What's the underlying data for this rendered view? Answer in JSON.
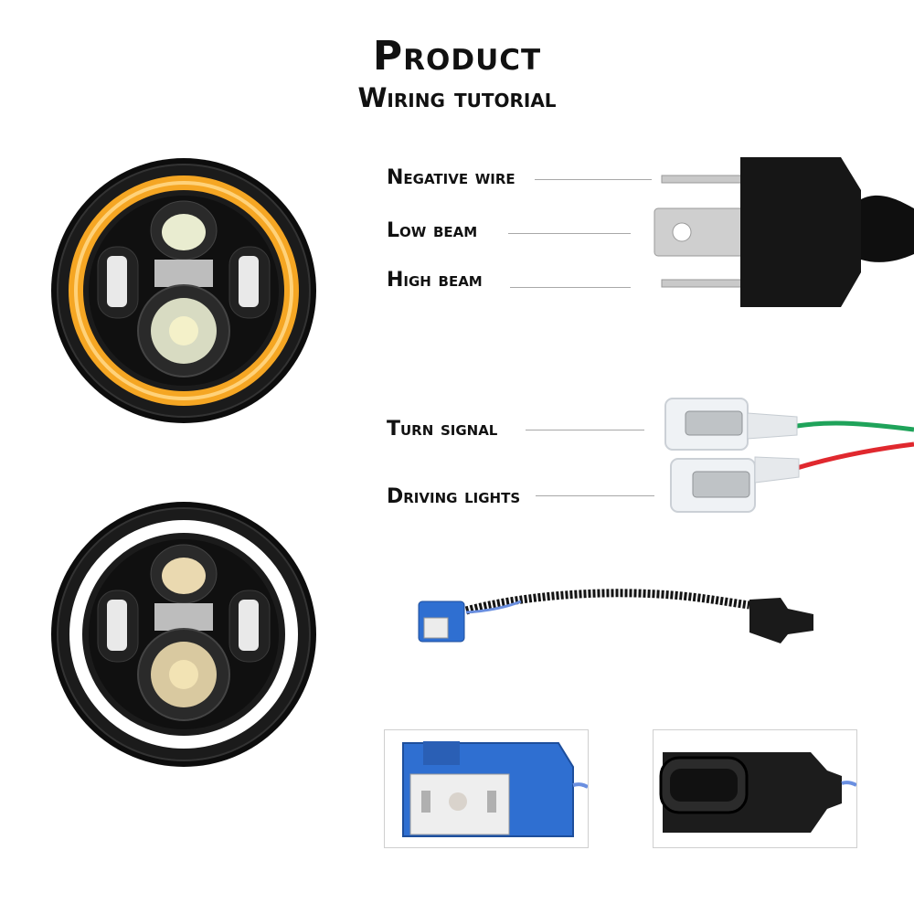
{
  "header": {
    "title": "Product",
    "subtitle": "Wiring tutorial"
  },
  "labels": {
    "negative_wire": "Negative wire",
    "low_beam": "Low beam",
    "high_beam": "High beam",
    "turn_signal": "Turn signal",
    "driving_lights": "Driving lights"
  },
  "colors": {
    "halo_amber": "#f5a623",
    "halo_white": "#ffffff",
    "housing_black": "#141414",
    "connector_blue": "#2f6fd1",
    "wire_green": "#1fa35a",
    "wire_red": "#e0282e"
  }
}
